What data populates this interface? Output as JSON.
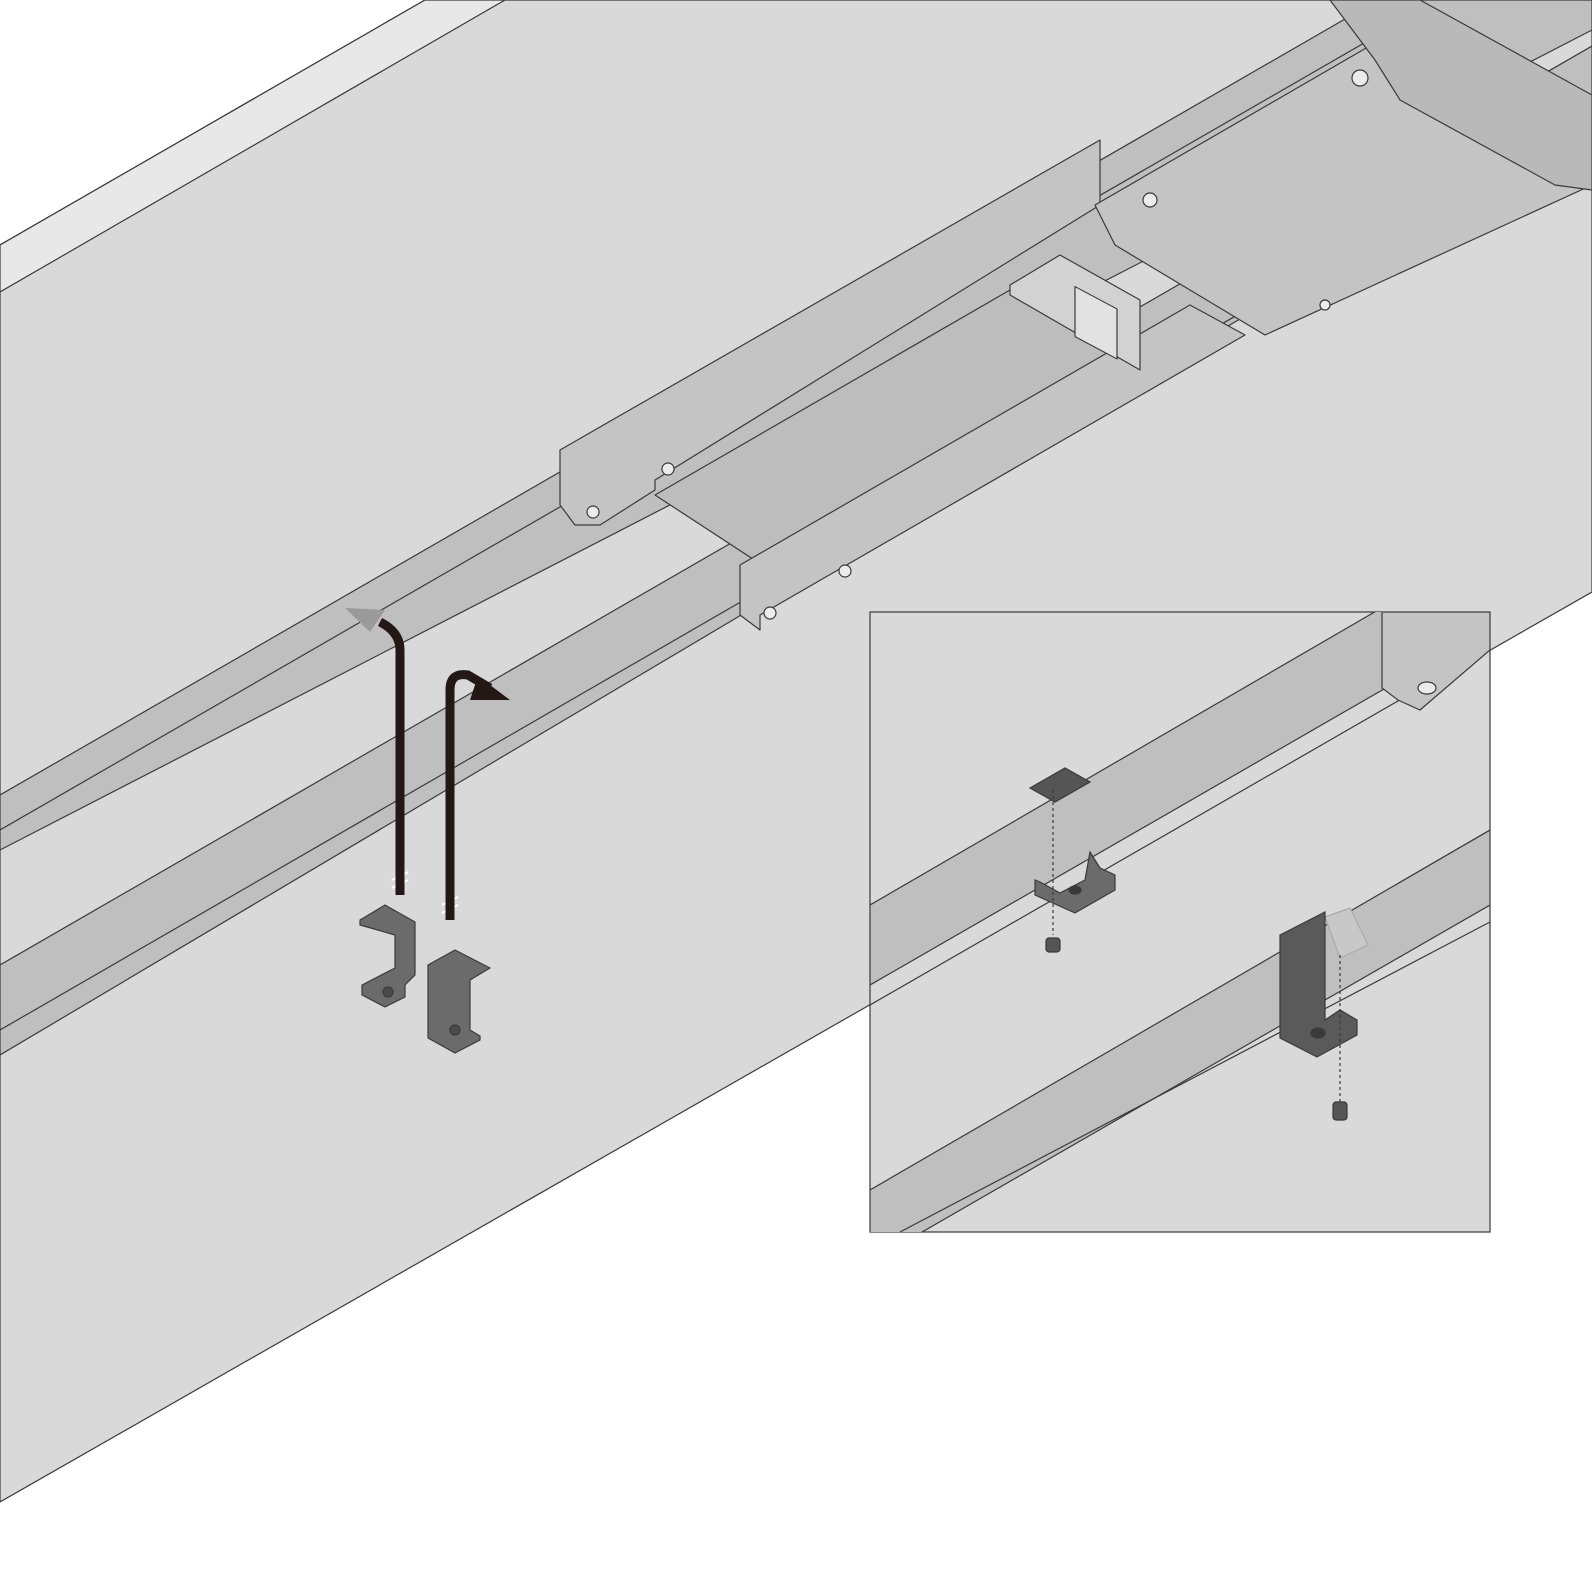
{
  "colors": {
    "background": "#ffffff",
    "panel": "#d9d9d9",
    "panel_edge": "#e8e8e8",
    "beam": "#bfbfbf",
    "beam_face": "#c9c9c9",
    "outline": "#3a3a3a",
    "bracket": "#6b6b6b",
    "bracket_dark": "#555555",
    "arrow_dark": "#231815",
    "arrow_gray": "#9a9a9a"
  },
  "icons": [
    "desk-underside",
    "support-beam",
    "usb-port-box",
    "mounting-bracket",
    "screw",
    "direction-arrow",
    "detail-inset"
  ]
}
